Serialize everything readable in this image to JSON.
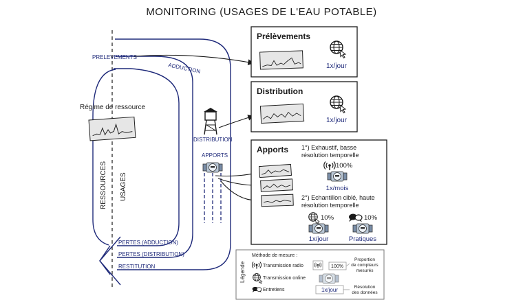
{
  "title": "MONITORING (USAGES DE L'EAU POTABLE)",
  "flow_labels": {
    "prelevements": "PRELEVEMENTS",
    "adduction": "ADDUCTION",
    "distribution": "DISTRIBUTION",
    "apports": "APPORTS",
    "pertes_adduction": "PERTES (ADDUCTION)",
    "pertes_distribution": "PERTES (DISTRIBUTION)",
    "restitution": "RESTITUTION",
    "ressources": "RESSOURCES",
    "usages": "USAGES"
  },
  "regime": "Régime de ressource",
  "boxes": {
    "prelevements": {
      "title": "Prélèvements",
      "freq": "1x/jour"
    },
    "distribution": {
      "title": "Distribution",
      "freq": "1x/jour"
    },
    "apports": {
      "title": "Apports",
      "item1_line1": "1°) Exhaustif, basse",
      "item1_line2": "résolution temporelle",
      "item1_pct": "100%",
      "item1_freq": "1x/mois",
      "item2_line1": "2°) Echantillon ciblé, haute",
      "item2_line2": "résolution temporelle",
      "item2a_pct": "10%",
      "item2a_freq": "1x/jour",
      "item2b_pct": "10%",
      "item2b_freq": "Pratiques"
    }
  },
  "legend": {
    "title": "Légende",
    "method": "Méthode de mesure :",
    "radio": "Transmission radio",
    "online": "Transmission online",
    "interviews": "Entretiens",
    "pct": "100%",
    "freq": "1x/jour",
    "proportion_1": "Proportion",
    "proportion_2": "de compteurs",
    "proportion_3": "mesurés",
    "resolution_1": "Résolution",
    "resolution_2": "des données"
  },
  "icons": [
    "globe-cursor-icon",
    "water-tower-icon",
    "water-meter-icon",
    "radio-icon",
    "speech-bubble-icon"
  ]
}
